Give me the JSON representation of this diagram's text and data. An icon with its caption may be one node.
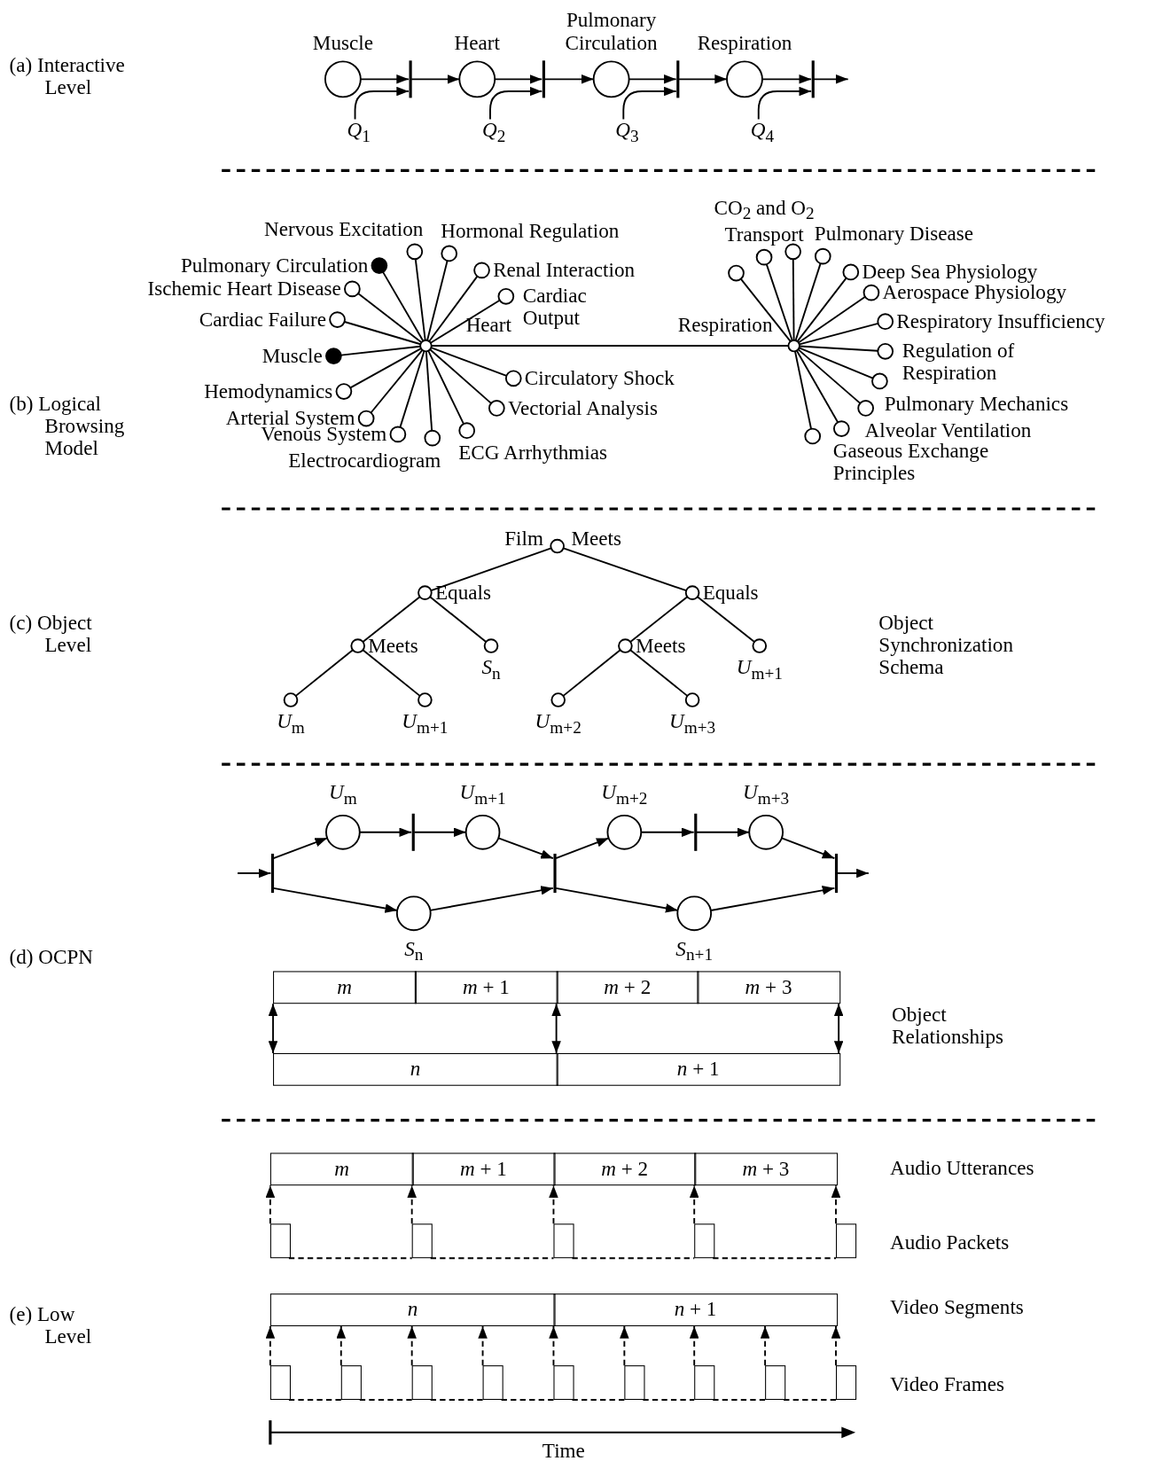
{
  "diagram": {
    "nodes": [
      {
        "text": [
          "Muscle"
        ]
      },
      {
        "text": [],
        "shape": "bar"
      },
      {
        "text": [
          "*Q*$_{1}$"
        ]
      },
      {
        "text": [
          "Heart"
        ]
      },
      {
        "text": [],
        "shape": "bar"
      },
      {
        "text": [
          "*Q*$_{2}$"
        ]
      },
      {
        "text": [
          "Pulmonary Circulation"
        ]
      },
      {
        "text": [],
        "shape": "bar"
      },
      {
        "text": [
          "*Q*$_{3}$"
        ]
      },
      {
        "text": [
          "Respiration"
        ]
      },
      {
        "text": [],
        "shape": "bar"
      },
      {
        "text": [
          "*Q*$_{4}$"
        ]
      },
      {
        "text": [
          "Heart"
        ]
      },
      {
        "text": [
          "Nervous Excitation"
        ]
      },
      {
        "text": [
          "Hormonal Regulation"
        ]
      },
      {
        "text": [
          "Pulmonary Circulation"
        ]
      },
      {
        "text": [
          "Renal Interaction"
        ]
      },
      {
        "text": [
          "Ischemic Heart Disease"
        ]
      },
      {
        "text": [
          "Cardiac Output"
        ]
      },
      {
        "text": [
          "Cardiac Failure"
        ]
      },
      {
        "text": [
          "Muscle"
        ]
      },
      {
        "text": [
          "Hemodynamics"
        ]
      },
      {
        "text": [
          "Circulatory Shock"
        ]
      },
      {
        "text": [
          "Arterial System"
        ]
      },
      {
        "text": [
          "Vectorial Analysis"
        ]
      },
      {
        "text": [
          "Venous System"
        ]
      },
      {
        "text": [
          "Electrocardiogram"
        ]
      },
      {
        "text": [
          "ECG Arrhythmias"
        ]
      },
      {
        "text": [
          "Respiration"
        ]
      },
      {
        "text": [],
        "shape": "circle"
      },
      {
        "text": [
          "CO$_{2}$ and O$_{2}$ Transport"
        ]
      },
      {
        "text": [],
        "shape": "circle"
      },
      {
        "text": [
          "Pulmonary Disease"
        ]
      },
      {
        "text": [
          "Deep Sea Physiology"
        ]
      },
      {
        "text": [
          "Aerospace Physiology"
        ]
      },
      {
        "text": [
          "Respiratory Insufficiency"
        ]
      },
      {
        "text": [
          "Regulation of Respiration"
        ]
      },
      {
        "text": [
          "Pulmonary Mechanics"
        ]
      },
      {
        "text": [
          "Alveolar Ventilation"
        ]
      },
      {
        "text": [
          "Gaseous Exchange Principles"
        ]
      },
      {
        "text": [],
        "shape": "circle"
      },
      {
        "text": [
          "Meets"
        ],
        "beside": [
          "Film"
        ]
      },
      {
        "text": [
          "Equals"
        ]
      },
      {
        "text": [
          "Equals"
        ]
      },
      {
        "text": [
          "Meets"
        ]
      },
      {
        "text": [
          "*S*$_{n}$"
        ]
      },
      {
        "text": [
          "Meets"
        ]
      },
      {
        "text": [
          "*U*$_{m+1}$"
        ]
      },
      {
        "text": [
          "*U*$_{m}$"
        ]
      },
      {
        "text": [
          "*U*$_{m+1}$"
        ]
      },
      {
        "text": [
          "*U*$_{m+2}$"
        ]
      },
      {
        "text": [
          "*U*$_{m+3}$"
        ]
      },
      {
        "text": [
          "*U*$_{m}$"
        ]
      },
      {
        "text": [
          "*U*$_{m+1}$"
        ]
      },
      {
        "text": [
          "*U*$_{m+2}$"
        ]
      },
      {
        "text": [
          "*U*$_{m+3}$"
        ]
      },
      {
        "text": [],
        "shape": "bar"
      },
      {
        "text": [],
        "shape": "bar"
      },
      {
        "text": [],
        "shape": "bar"
      },
      {
        "text": [],
        "shape": "bar"
      },
      {
        "text": [],
        "shape": "bar"
      },
      {
        "text": [
          "*S*$_{n}$"
        ]
      },
      {
        "text": [
          "*S*$_{n+1}$"
        ]
      },
      {
        "text": [
          "m"
        ]
      },
      {
        "text": [
          "*m* + 1"
        ]
      },
      {
        "text": [
          "*m* + 2"
        ]
      },
      {
        "text": [
          "*m* + 3"
        ]
      },
      {
        "text": [
          "n"
        ]
      },
      {
        "text": [
          "*n* + 1"
        ]
      },
      {
        "text": [
          "m"
        ]
      },
      {
        "text": [
          "*m* + 1"
        ]
      },
      {
        "text": [
          "*m* + 2"
        ]
      },
      {
        "text": [
          "*m* + 3"
        ]
      },
      {
        "text": [],
        "shape": "box"
      },
      {
        "text": [],
        "shape": "box"
      },
      {
        "text": [],
        "shape": "box"
      },
      {
        "text": [],
        "shape": "box"
      },
      {
        "text": [],
        "shape": "box"
      },
      {
        "text": [
          "n"
        ]
      },
      {
        "text": [
          "*n* + 1"
        ]
      },
      {
        "text": [],
        "shape": "box"
      },
      {
        "text": [],
        "shape": "box"
      },
      {
        "text": [],
        "shape": "box"
      },
      {
        "text": [],
        "shape": "box"
      },
      {
        "text": [],
        "shape": "box"
      },
      {
        "text": [],
        "shape": "box"
      },
      {
        "text": [],
        "shape": "box"
      },
      {
        "text": [],
        "shape": "box"
      },
      {
        "text": [],
        "shape": "box"
      }
    ],
    "edges": [
      {
        "from": 0,
        "to": 1,
        "arrow": "to"
      },
      {
        "from": 2,
        "to": 1,
        "arrow": "to"
      },
      {
        "from": 1,
        "to": 3,
        "arrow": "to"
      },
      {
        "from": 3,
        "to": 4,
        "arrow": "to"
      },
      {
        "from": 5,
        "to": 4,
        "arrow": "to"
      },
      {
        "from": 4,
        "to": 6,
        "arrow": "to"
      },
      {
        "from": 6,
        "to": 7,
        "arrow": "to"
      },
      {
        "from": 8,
        "to": 7,
        "arrow": "to"
      },
      {
        "from": 7,
        "to": 9,
        "arrow": "to"
      },
      {
        "from": 9,
        "to": 10,
        "arrow": "to"
      },
      {
        "from": 11,
        "to": 10,
        "arrow": "to"
      },
      {
        "from": 10,
        "to": null,
        "arrow": "to"
      },
      {
        "from": 12,
        "to": 13,
        "arrow": "none"
      },
      {
        "from": 12,
        "to": 14,
        "arrow": "none"
      },
      {
        "from": 12,
        "to": 15,
        "arrow": "none"
      },
      {
        "from": 12,
        "to": 16,
        "arrow": "none"
      },
      {
        "from": 12,
        "to": 17,
        "arrow": "none"
      },
      {
        "from": 12,
        "to": 18,
        "arrow": "none"
      },
      {
        "from": 12,
        "to": 19,
        "arrow": "none"
      },
      {
        "from": 12,
        "to": 20,
        "arrow": "none"
      },
      {
        "from": 12,
        "to": 21,
        "arrow": "none"
      },
      {
        "from": 12,
        "to": 22,
        "arrow": "none"
      },
      {
        "from": 12,
        "to": 23,
        "arrow": "none"
      },
      {
        "from": 12,
        "to": 24,
        "arrow": "none"
      },
      {
        "from": 12,
        "to": 25,
        "arrow": "none"
      },
      {
        "from": 12,
        "to": 26,
        "arrow": "none"
      },
      {
        "from": 12,
        "to": 27,
        "arrow": "none"
      },
      {
        "from": 12,
        "to": 28,
        "arrow": "none"
      },
      {
        "from": 28,
        "to": 29,
        "arrow": "none"
      },
      {
        "from": 28,
        "to": 30,
        "arrow": "none"
      },
      {
        "from": 28,
        "to": 31,
        "arrow": "none"
      },
      {
        "from": 28,
        "to": 32,
        "arrow": "none"
      },
      {
        "from": 28,
        "to": 33,
        "arrow": "none"
      },
      {
        "from": 28,
        "to": 34,
        "arrow": "none"
      },
      {
        "from": 28,
        "to": 35,
        "arrow": "none"
      },
      {
        "from": 28,
        "to": 36,
        "arrow": "none"
      },
      {
        "from": 28,
        "to": 37,
        "arrow": "none"
      },
      {
        "from": 28,
        "to": 38,
        "arrow": "none"
      },
      {
        "from": 28,
        "to": 39,
        "arrow": "none"
      },
      {
        "from": 28,
        "to": 40,
        "arrow": "none"
      },
      {
        "from": 41,
        "to": 42,
        "arrow": "none"
      },
      {
        "from": 41,
        "to": 43,
        "arrow": "none"
      },
      {
        "from": 42,
        "to": 44,
        "arrow": "none"
      },
      {
        "from": 42,
        "to": 45,
        "arrow": "none"
      },
      {
        "from": 44,
        "to": 48,
        "arrow": "none"
      },
      {
        "from": 44,
        "to": 49,
        "arrow": "none"
      },
      {
        "from": 43,
        "to": 46,
        "arrow": "none"
      },
      {
        "from": 43,
        "to": 47,
        "arrow": "none"
      },
      {
        "from": 46,
        "to": 50,
        "arrow": "none"
      },
      {
        "from": 46,
        "to": 51,
        "arrow": "none"
      },
      {
        "from": null,
        "to": 56,
        "arrow": "to"
      },
      {
        "from": 56,
        "to": 52,
        "arrow": "to"
      },
      {
        "from": 56,
        "to": 61,
        "arrow": "to"
      },
      {
        "from": 52,
        "to": 57,
        "arrow": "to"
      },
      {
        "from": 57,
        "to": 53,
        "arrow": "to"
      },
      {
        "from": 53,
        "to": 58,
        "arrow": "to"
      },
      {
        "from": 61,
        "to": 58,
        "arrow": "to"
      },
      {
        "from": 58,
        "to": 54,
        "arrow": "to"
      },
      {
        "from": 58,
        "to": 62,
        "arrow": "to"
      },
      {
        "from": 54,
        "to": 59,
        "arrow": "to"
      },
      {
        "from": 59,
        "to": 55,
        "arrow": "to"
      },
      {
        "from": 55,
        "to": 60,
        "arrow": "to"
      },
      {
        "from": 62,
        "to": 60,
        "arrow": "to"
      },
      {
        "from": 60,
        "to": null,
        "arrow": "to"
      },
      {
        "from": 63,
        "to": 67,
        "arrow": "both"
      },
      {
        "from": 65,
        "to": 68,
        "arrow": "both"
      },
      {
        "from": 66,
        "to": 68,
        "arrow": "both"
      },
      {
        "from": 73,
        "to": 69,
        "arrow": "to",
        "style": "dashed"
      },
      {
        "from": 74,
        "to": 70,
        "arrow": "to",
        "style": "dashed"
      },
      {
        "from": 75,
        "to": 71,
        "arrow": "to",
        "style": "dashed"
      },
      {
        "from": 76,
        "to": 72,
        "arrow": "to",
        "style": "dashed"
      },
      {
        "from": 77,
        "to": 72,
        "arrow": "to",
        "style": "dashed"
      },
      {
        "from": 73,
        "to": 74,
        "arrow": "none",
        "style": "dashed"
      },
      {
        "from": 74,
        "to": 75,
        "arrow": "none",
        "style": "dashed"
      },
      {
        "from": 75,
        "to": 76,
        "arrow": "none",
        "style": "dashed"
      },
      {
        "from": 76,
        "to": 77,
        "arrow": "none",
        "style": "dashed"
      },
      {
        "from": 80,
        "to": 78,
        "arrow": "to",
        "style": "dashed"
      },
      {
        "from": 81,
        "to": 78,
        "arrow": "to",
        "style": "dashed"
      },
      {
        "from": 82,
        "to": 78,
        "arrow": "to",
        "style": "dashed"
      },
      {
        "from": 83,
        "to": 78,
        "arrow": "to",
        "style": "dashed"
      },
      {
        "from": 84,
        "to": 79,
        "arrow": "to",
        "style": "dashed"
      },
      {
        "from": 85,
        "to": 79,
        "arrow": "to",
        "style": "dashed"
      },
      {
        "from": 86,
        "to": 79,
        "arrow": "to",
        "style": "dashed"
      },
      {
        "from": 87,
        "to": 79,
        "arrow": "to",
        "style": "dashed"
      },
      {
        "from": 88,
        "to": 79,
        "arrow": "to",
        "style": "dashed"
      },
      {
        "from": 80,
        "to": 81,
        "arrow": "none",
        "style": "dashed"
      },
      {
        "from": 81,
        "to": 82,
        "arrow": "none",
        "style": "dashed"
      },
      {
        "from": 82,
        "to": 83,
        "arrow": "none",
        "style": "dashed"
      },
      {
        "from": 83,
        "to": 84,
        "arrow": "none",
        "style": "dashed"
      },
      {
        "from": 84,
        "to": 85,
        "arrow": "none",
        "style": "dashed"
      },
      {
        "from": 85,
        "to": 86,
        "arrow": "none",
        "style": "dashed"
      },
      {
        "from": 86,
        "to": 87,
        "arrow": "none",
        "style": "dashed"
      },
      {
        "from": 87,
        "to": 88,
        "arrow": "none",
        "style": "dashed"
      }
    ],
    "labels": [
      "(a) Interactive Level",
      "(b) Logical Browsing Model",
      "(c) Object Level",
      "Object Synchronization Schema",
      "(d) OCPN",
      "Object Relationships",
      "Audio Utterances",
      "Audio Packets",
      "Video Segments",
      "Video Frames",
      "(e) Low Level",
      "Time"
    ]
  }
}
